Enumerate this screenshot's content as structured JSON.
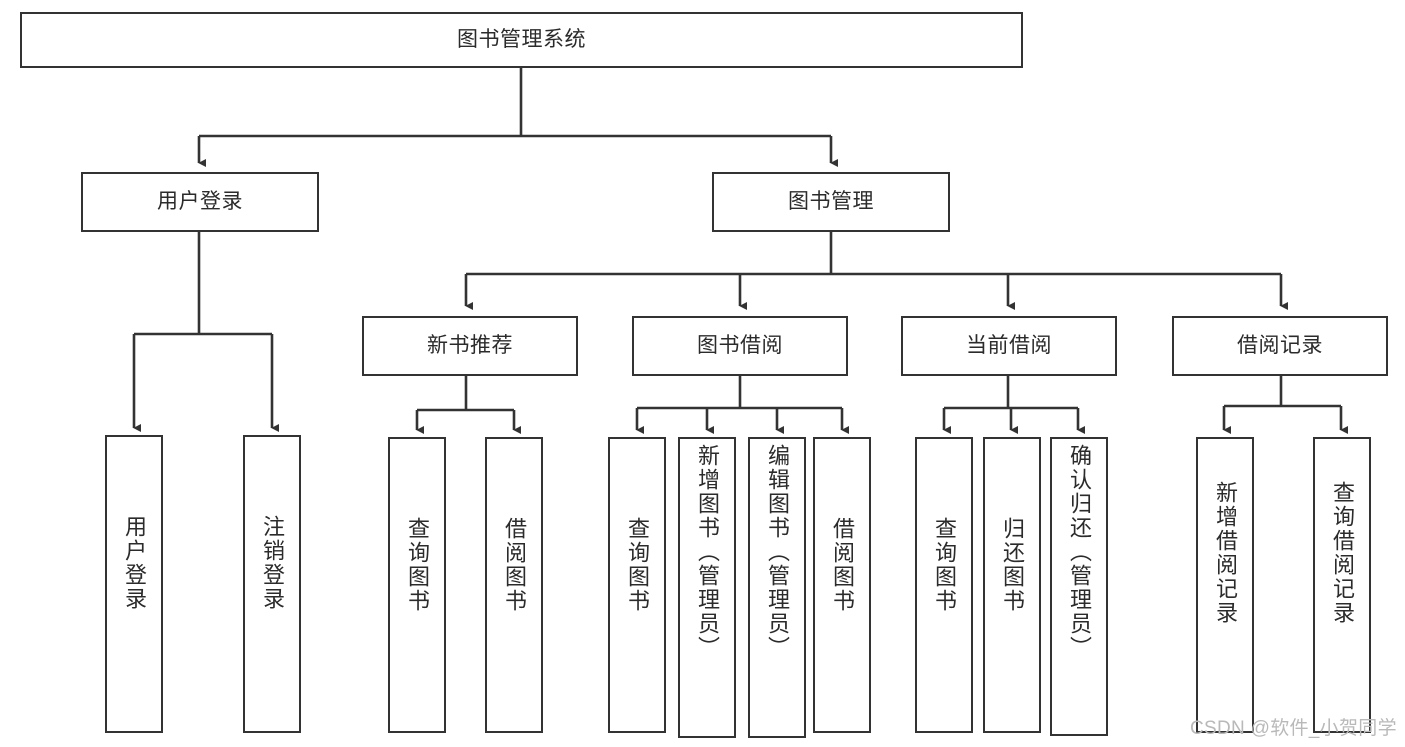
{
  "diagram": {
    "title": "图书管理系统",
    "type": "tree-hierarchy-chart",
    "watermark": "CSDN @软件_小贺同学",
    "colors": {
      "stroke": "#333333",
      "text": "#2b2b2b",
      "background": "#ffffff",
      "watermark": "#b9b9b9"
    },
    "nodes": {
      "root": {
        "label": "图书管理系统"
      },
      "level1": [
        {
          "id": "user-login",
          "label": "用户登录"
        },
        {
          "id": "book-management",
          "label": "图书管理"
        }
      ],
      "level2": [
        {
          "id": "new-book-recommend",
          "label": "新书推荐"
        },
        {
          "id": "book-borrow",
          "label": "图书借阅"
        },
        {
          "id": "current-borrow",
          "label": "当前借阅"
        },
        {
          "id": "borrow-record",
          "label": "借阅记录"
        }
      ],
      "leaves": {
        "user_login": [
          {
            "id": "leaf-user-login",
            "label": "用户登录"
          },
          {
            "id": "leaf-logout-login",
            "label": "注销登录"
          }
        ],
        "new_book_recommend": [
          {
            "id": "leaf-query-book-1",
            "label": "查询图书"
          },
          {
            "id": "leaf-borrow-book-1",
            "label": "借阅图书"
          }
        ],
        "book_borrow": [
          {
            "id": "leaf-query-book-2",
            "label": "查询图书"
          },
          {
            "id": "leaf-add-book",
            "label": "新增图书（管理员）"
          },
          {
            "id": "leaf-edit-book",
            "label": "编辑图书（管理员）"
          },
          {
            "id": "leaf-borrow-book-2",
            "label": "借阅图书"
          }
        ],
        "current_borrow": [
          {
            "id": "leaf-query-book-3",
            "label": "查询图书"
          },
          {
            "id": "leaf-return-book",
            "label": "归还图书"
          },
          {
            "id": "leaf-confirm-return",
            "label": "确认归还（管理员）"
          }
        ],
        "borrow_record": [
          {
            "id": "leaf-add-record",
            "label": "新增借阅记录"
          },
          {
            "id": "leaf-query-record",
            "label": "查询借阅记录"
          }
        ]
      }
    }
  }
}
